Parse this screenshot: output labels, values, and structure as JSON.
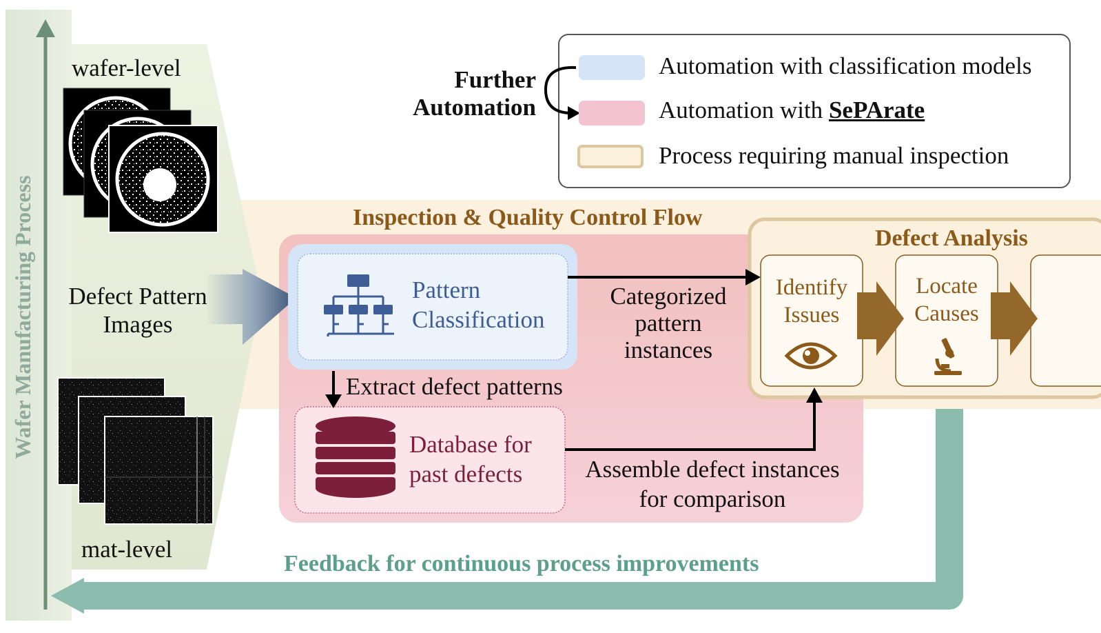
{
  "side_axis": {
    "label": "Wafer Manufacturing Process"
  },
  "images": {
    "wafer_label": "wafer-level",
    "mat_label": "mat-level",
    "input_label": "Defect Pattern Images"
  },
  "legend": {
    "further_automation": "Further Automation",
    "items": [
      {
        "text": "Automation with classification models",
        "color": "#d6e4f7"
      },
      {
        "text": "Automation with ",
        "bold_text": "SePArate",
        "color": "#f3c4cf"
      },
      {
        "text": "Process requiring manual inspection",
        "color": "#fbf0dc"
      }
    ]
  },
  "flow": {
    "title": "Inspection & Quality Control Flow",
    "pattern_classification": "Pattern Classification",
    "extract_label": "Extract defect patterns",
    "categorized_label": "Categorized pattern instances",
    "database": "Database for past defects",
    "assemble_label": "Assemble defect instances for comparison"
  },
  "defect_analysis": {
    "title": "Defect Analysis",
    "steps": [
      {
        "label": "Identify Issues",
        "icon": "eye-icon"
      },
      {
        "label": "Locate Causes",
        "icon": "microscope-icon"
      }
    ]
  },
  "feedback": {
    "label": "Feedback for continuous process improvements"
  },
  "colors": {
    "green_bg": "#e9eed9",
    "green_arrow": "#8cbcad",
    "brown": "#8b5a1a",
    "blue_box": "#d6e4f7",
    "red_region": "#eeb9c0",
    "db_red": "#7b1f3a",
    "icon_blue": "#3e5c95"
  }
}
